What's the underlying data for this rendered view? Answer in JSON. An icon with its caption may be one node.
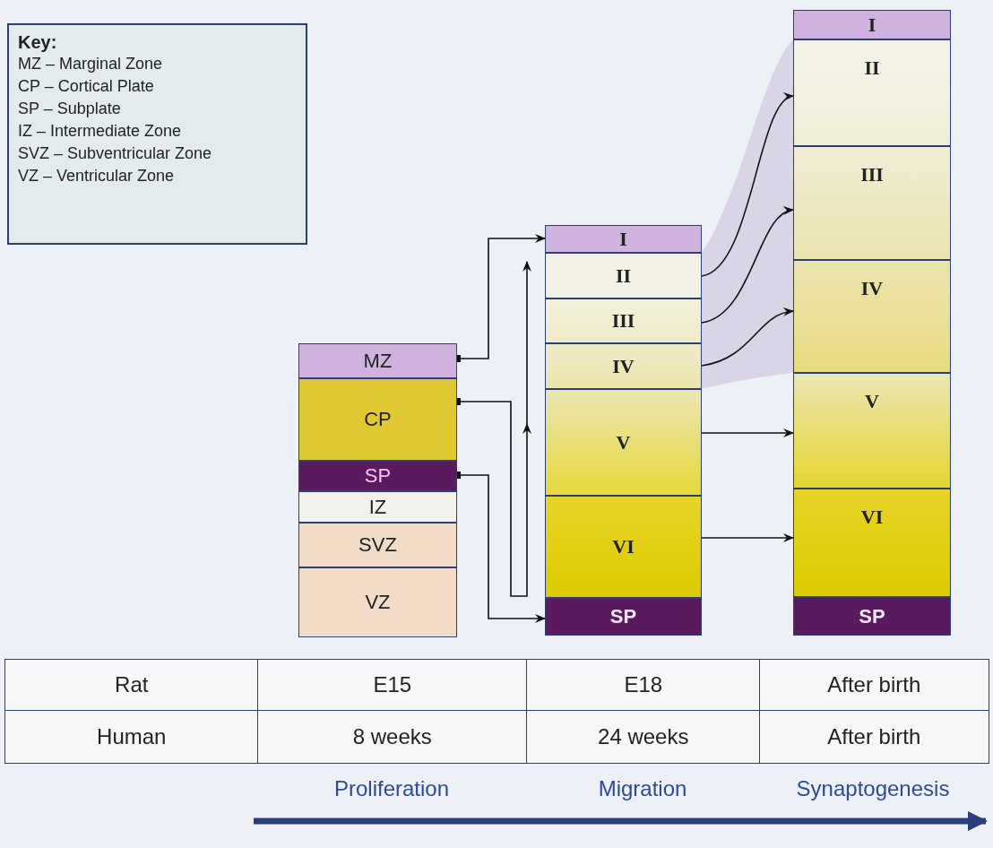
{
  "diagram": {
    "nodes": [
      {
        "text": [
          "MZ"
        ]
      },
      {
        "text": [
          "CP"
        ]
      },
      {
        "text": [
          "SP"
        ]
      },
      {
        "text": [
          "IZ"
        ]
      },
      {
        "text": [
          "SVZ"
        ]
      },
      {
        "text": [
          "VZ"
        ]
      },
      {
        "text": [
          "I"
        ]
      },
      {
        "text": [
          "II"
        ]
      },
      {
        "text": [
          "III"
        ]
      },
      {
        "text": [
          "IV"
        ]
      },
      {
        "text": [
          "V"
        ]
      },
      {
        "text": [
          "VI"
        ]
      },
      {
        "text": [
          "SP"
        ]
      },
      {
        "text": [
          "I"
        ]
      },
      {
        "text": [
          "II"
        ]
      },
      {
        "text": [
          "III"
        ]
      },
      {
        "text": [
          "IV"
        ]
      },
      {
        "text": [
          "V"
        ]
      },
      {
        "text": [
          "VI"
        ]
      },
      {
        "text": [
          "SP"
        ]
      }
    ],
    "edges": [
      {
        "from": 0,
        "to": 6,
        "arrow": "to"
      },
      {
        "from": 1,
        "to": 6,
        "arrow": "to"
      },
      {
        "from": 2,
        "to": 12,
        "arrow": "to"
      },
      {
        "from": 7,
        "to": 14,
        "arrow": "to"
      },
      {
        "from": 8,
        "to": 15,
        "arrow": "to"
      },
      {
        "from": 9,
        "to": 16,
        "arrow": "to"
      },
      {
        "from": 10,
        "to": 17,
        "arrow": "to"
      },
      {
        "from": 11,
        "to": 18,
        "arrow": "to"
      }
    ],
    "labels": [
      "Key:",
      "MZ – Marginal Zone",
      "CP – Cortical Plate",
      "SP – Subplate",
      "IZ – Intermediate Zone",
      "SVZ – Subventricular Zone",
      "VZ – Ventricular Zone",
      "Rat",
      "E15",
      "E18",
      "After birth",
      "Human",
      "8 weeks",
      "24 weeks",
      "After birth",
      "Proliferation",
      "Migration",
      "Synaptogenesis"
    ]
  }
}
